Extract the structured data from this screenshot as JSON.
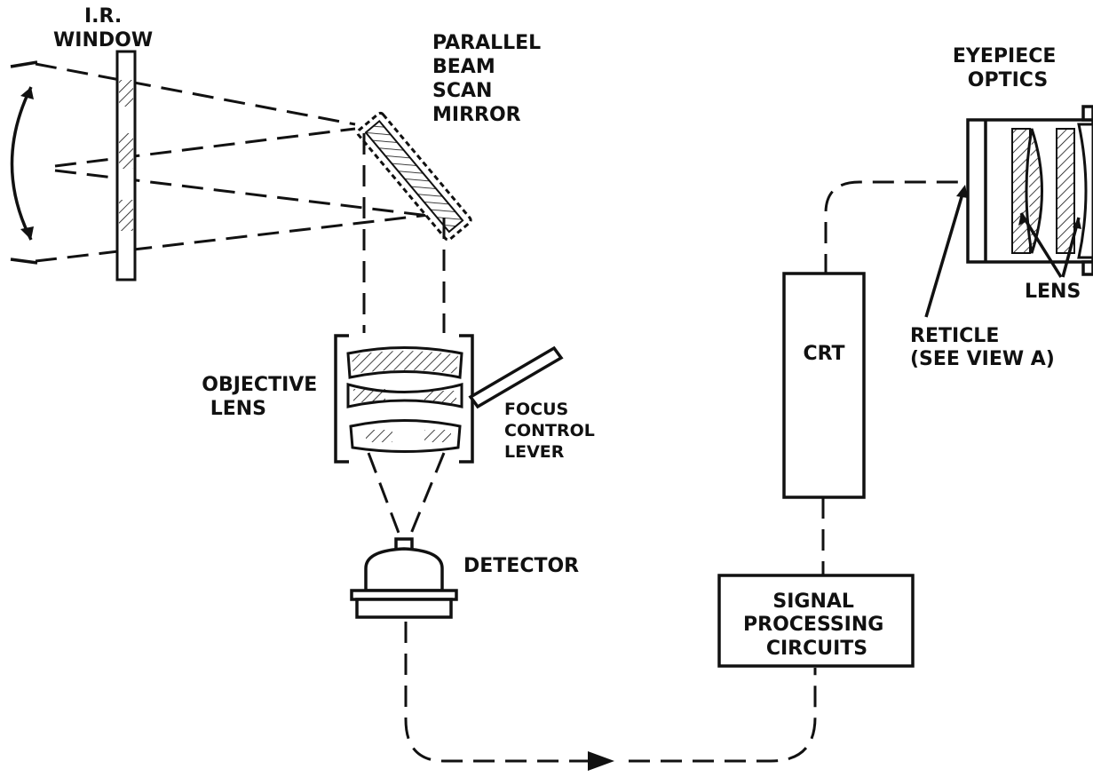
{
  "labels": {
    "ir_window": [
      "I.R.",
      "WINDOW"
    ],
    "scan_mirror": [
      "PARALLEL",
      "BEAM",
      "SCAN",
      "MIRROR"
    ],
    "objective_lens": [
      "OBJECTIVE",
      "LENS"
    ],
    "focus_control": [
      "FOCUS",
      "CONTROL",
      "LEVER"
    ],
    "detector": "DETECTOR",
    "crt": "CRT",
    "signal_processing": [
      "SIGNAL",
      "PROCESSING",
      "CIRCUITS"
    ],
    "eyepiece": [
      "EYEPIECE",
      "OPTICS"
    ],
    "lens": "LENS",
    "reticle": [
      "RETICLE",
      "(SEE VIEW A)"
    ]
  }
}
